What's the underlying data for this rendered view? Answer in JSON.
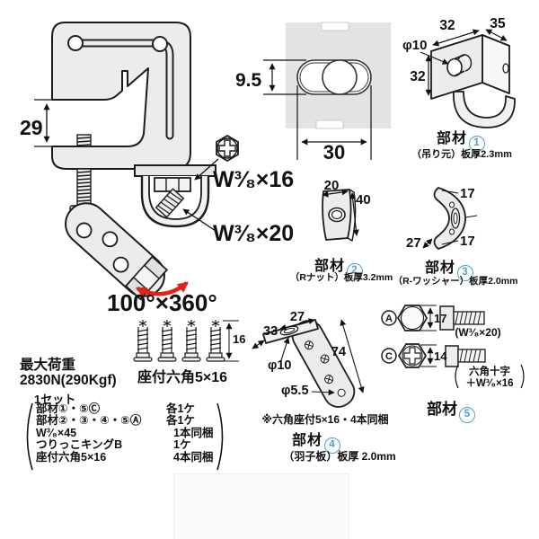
{
  "colors": {
    "accent_blue": "#4e9fcb",
    "arrow_red": "#e32119",
    "metal_light": "#ececec",
    "line_dark": "#1a1a1a"
  },
  "assembly": {
    "gap_dim": "29",
    "label_w16": "W³⁄₈×16",
    "label_w20": "W³⁄₈×20",
    "rotation": "100°×360°"
  },
  "section": {
    "slot_h": "9.5",
    "slot_w": "30"
  },
  "part1": {
    "title": "部材",
    "num": "1",
    "spec": "（吊り元）板厚2.3mm",
    "dim_top": "32",
    "dim_depth": "35",
    "dim_hole": "φ10",
    "dim_side": "32"
  },
  "part2": {
    "title": "部材",
    "num": "2",
    "spec": "（Rナット）板厚3.2mm",
    "dim_w": "20",
    "dim_h": "40"
  },
  "part3": {
    "title": "部材",
    "num": "3",
    "spec": "（R-ワッシャー）板厚2.0mm",
    "dim_t": "17",
    "dim_b": "17",
    "dim_l": "27"
  },
  "part4": {
    "title": "部材",
    "num": "4",
    "spec": "（羽子板）板厚 2.0mm",
    "note": "※六角座付5×16・4本同梱",
    "dim_top": "27",
    "dim_left": "33",
    "dim_len": "74",
    "dim_hole1": "φ10",
    "dim_hole2": "φ5.5"
  },
  "part5": {
    "title": "部材",
    "num": "5",
    "bolt_a": {
      "tag": "A",
      "dim": "17",
      "spec": "(W³⁄₈×20)"
    },
    "bolt_c": {
      "tag": "C",
      "dim": "14",
      "spec1": "六角十字",
      "spec2": "＋W³⁄₈×16"
    }
  },
  "screws": {
    "dim": "16",
    "label": "座付六角5×16"
  },
  "load": {
    "title": "最大荷重",
    "value": "2830N(290Kgf)"
  },
  "set_contents": {
    "title": "1セット",
    "rows": [
      {
        "item": "部材①・⑤Ⓒ",
        "qty": "各1ケ"
      },
      {
        "item": "部材②・③・④・⑤Ⓐ",
        "qty": "各1ケ"
      },
      {
        "item": "W³⁄₈×45",
        "qty": "1本同梱"
      },
      {
        "item": "つりっこキングB",
        "qty": "1ケ"
      },
      {
        "item": "座付六角5×16",
        "qty": "4本同梱"
      }
    ]
  }
}
